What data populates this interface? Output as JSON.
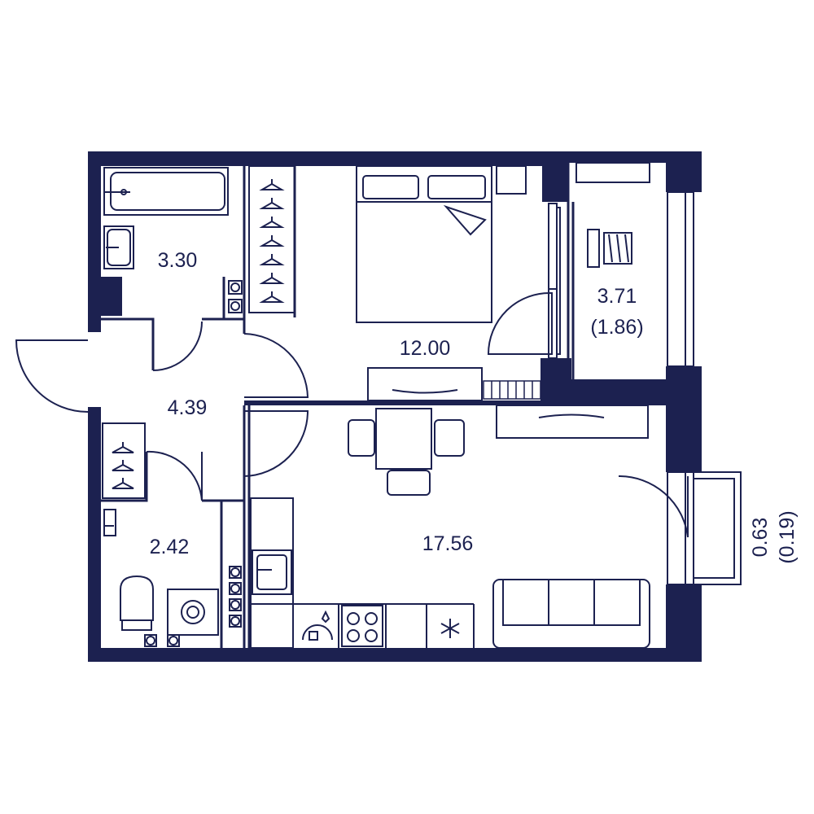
{
  "colors": {
    "wall": "#1c2150",
    "line": "#1c2150",
    "background": "#ffffff"
  },
  "rooms": {
    "bathroom": {
      "area": "3.30"
    },
    "hallway": {
      "area": "4.39"
    },
    "toilet": {
      "area": "2.42"
    },
    "bedroom": {
      "area": "12.00"
    },
    "living_kitchen": {
      "area": "17.56"
    },
    "loggia": {
      "area": "3.71",
      "area_reduced": "(1.86)"
    },
    "balcony": {
      "area": "0.63",
      "area_reduced": "(0.19)"
    }
  },
  "icons": [
    "bathtub-icon",
    "sink-icon",
    "wardrobe-hanger-icon",
    "double-bed-icon",
    "dining-table-icon",
    "sofa-icon",
    "stove-icon",
    "fridge-icon",
    "toilet-icon",
    "washing-machine-icon",
    "dryer-rack-icon",
    "door-swing-icon"
  ]
}
